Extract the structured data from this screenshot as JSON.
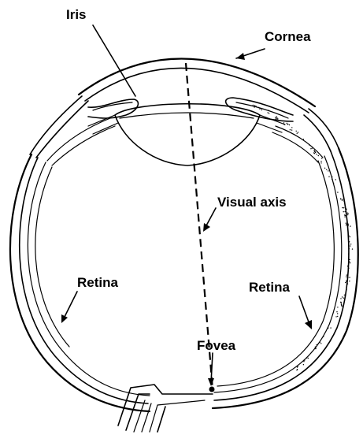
{
  "labels": {
    "iris": "Iris",
    "cornea": "Cornea",
    "visual_axis": "Visual axis",
    "retina_left": "Retina",
    "retina_right": "Retina",
    "fovea": "Fovea"
  },
  "colors": {
    "ink": "#000000",
    "background": "#ffffff"
  }
}
